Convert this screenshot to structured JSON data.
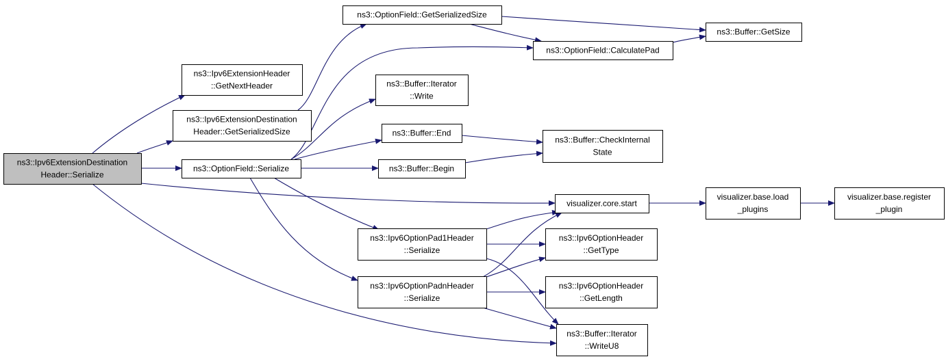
{
  "colors": {
    "edge": "#191970",
    "node_fill": "#ffffff",
    "root_fill": "#bfbfbf",
    "node_border": "#000000"
  },
  "nodes": [
    {
      "id": "root",
      "lines": [
        "ns3::Ipv6ExtensionDestination",
        "Header::Serialize"
      ],
      "root": true
    },
    {
      "id": "getNextHeader",
      "lines": [
        "ns3::Ipv6ExtensionHeader",
        "::GetNextHeader"
      ]
    },
    {
      "id": "destGetSerializedSize",
      "lines": [
        "ns3::Ipv6ExtensionDestination",
        "Header::GetSerializedSize"
      ]
    },
    {
      "id": "optionFieldSerialize",
      "lines": [
        "ns3::OptionField::Serialize"
      ]
    },
    {
      "id": "optionFieldGetSerializedSize",
      "lines": [
        "ns3::OptionField::GetSerializedSize"
      ]
    },
    {
      "id": "bufferGetSize",
      "lines": [
        "ns3::Buffer::GetSize"
      ]
    },
    {
      "id": "calculatePad",
      "lines": [
        "ns3::OptionField::CalculatePad"
      ]
    },
    {
      "id": "iteratorWrite",
      "lines": [
        "ns3::Buffer::Iterator",
        "::Write"
      ]
    },
    {
      "id": "bufferEnd",
      "lines": [
        "ns3::Buffer::End"
      ]
    },
    {
      "id": "checkInternalState",
      "lines": [
        "ns3::Buffer::CheckInternal",
        "State"
      ]
    },
    {
      "id": "bufferBegin",
      "lines": [
        "ns3::Buffer::Begin"
      ]
    },
    {
      "id": "coreStart",
      "lines": [
        "visualizer.core.start"
      ]
    },
    {
      "id": "loadPlugins",
      "lines": [
        "visualizer.base.load",
        "_plugins"
      ]
    },
    {
      "id": "registerPlugin",
      "lines": [
        "visualizer.base.register",
        "_plugin"
      ]
    },
    {
      "id": "pad1Serialize",
      "lines": [
        "ns3::Ipv6OptionPad1Header",
        "::Serialize"
      ]
    },
    {
      "id": "getType",
      "lines": [
        "ns3::Ipv6OptionHeader",
        "::GetType"
      ]
    },
    {
      "id": "padnSerialize",
      "lines": [
        "ns3::Ipv6OptionPadnHeader",
        "::Serialize"
      ]
    },
    {
      "id": "getLength",
      "lines": [
        "ns3::Ipv6OptionHeader",
        "::GetLength"
      ]
    },
    {
      "id": "writeU8",
      "lines": [
        "ns3::Buffer::Iterator",
        "::WriteU8"
      ]
    }
  ],
  "edges": [
    {
      "from": "root",
      "to": "getNextHeader"
    },
    {
      "from": "root",
      "to": "destGetSerializedSize"
    },
    {
      "from": "root",
      "to": "optionFieldSerialize"
    },
    {
      "from": "root",
      "to": "coreStart"
    },
    {
      "from": "root",
      "to": "writeU8"
    },
    {
      "from": "destGetSerializedSize",
      "to": "optionFieldGetSerializedSize"
    },
    {
      "from": "optionFieldGetSerializedSize",
      "to": "bufferGetSize"
    },
    {
      "from": "optionFieldGetSerializedSize",
      "to": "calculatePad"
    },
    {
      "from": "calculatePad",
      "to": "bufferGetSize"
    },
    {
      "from": "optionFieldSerialize",
      "to": "calculatePad"
    },
    {
      "from": "optionFieldSerialize",
      "to": "iteratorWrite"
    },
    {
      "from": "optionFieldSerialize",
      "to": "bufferEnd"
    },
    {
      "from": "optionFieldSerialize",
      "to": "bufferBegin"
    },
    {
      "from": "optionFieldSerialize",
      "to": "pad1Serialize"
    },
    {
      "from": "optionFieldSerialize",
      "to": "padnSerialize"
    },
    {
      "from": "bufferEnd",
      "to": "checkInternalState"
    },
    {
      "from": "bufferBegin",
      "to": "checkInternalState"
    },
    {
      "from": "coreStart",
      "to": "loadPlugins"
    },
    {
      "from": "loadPlugins",
      "to": "registerPlugin"
    },
    {
      "from": "pad1Serialize",
      "to": "coreStart"
    },
    {
      "from": "pad1Serialize",
      "to": "getType"
    },
    {
      "from": "pad1Serialize",
      "to": "writeU8"
    },
    {
      "from": "padnSerialize",
      "to": "coreStart"
    },
    {
      "from": "padnSerialize",
      "to": "getType"
    },
    {
      "from": "padnSerialize",
      "to": "getLength"
    },
    {
      "from": "padnSerialize",
      "to": "writeU8"
    }
  ]
}
